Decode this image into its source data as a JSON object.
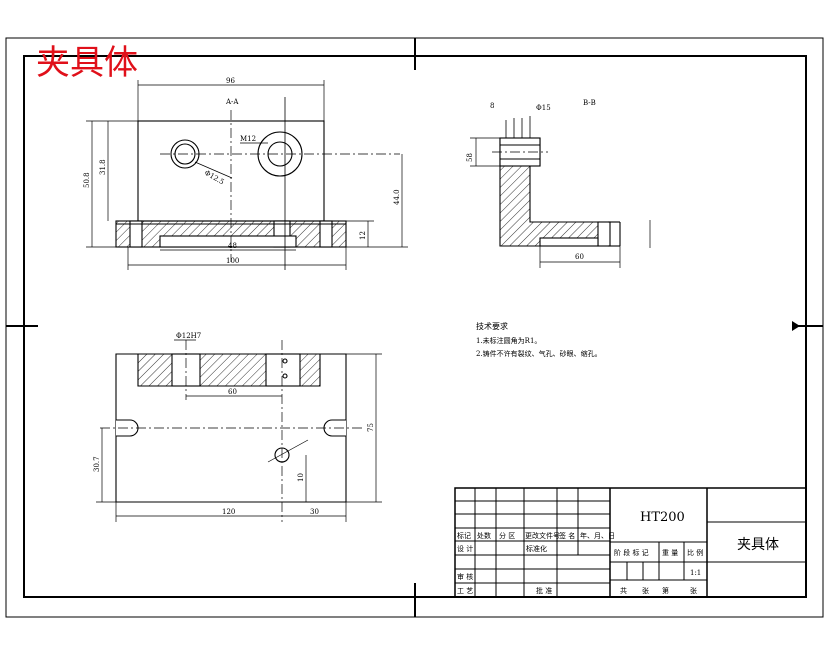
{
  "corner_title": "夹具体",
  "material": "HT200",
  "part_name": "夹具体",
  "scale": "1:1",
  "section_label_1": "A-A",
  "section_label_2": "B-B",
  "dims": {
    "d96": "96",
    "d100": "100",
    "d50_8": "50.8",
    "d31_8": "31.8",
    "d48": "48",
    "d12": "12",
    "d44": "44.0",
    "m12": "M12",
    "d12_5": "Φ12.5",
    "d15": "Φ15",
    "d8": "8",
    "d60": "60",
    "d58": "58",
    "d120": "120",
    "d30": "30",
    "d75": "75",
    "d30_7": "30.7",
    "d10": "10",
    "d12_h7": "Φ12H7"
  },
  "notes": {
    "title": "技术要求",
    "line1": "1.未标注圆角为R1。",
    "line2": "2.铸件不许有裂纹、气孔、砂眼、缩孔。"
  },
  "title_block": {
    "h_mark": "标记",
    "h_count": "处数",
    "h_zone": "分 区",
    "h_doc": "更改文件号",
    "h_sign": "签 名",
    "h_date": "年、月、日",
    "design": "设 计",
    "standard": "标准化",
    "review": "审 核",
    "process": "工 艺",
    "approve": "批 准",
    "stage": "阶 段 标 记",
    "weight": "重 量",
    "ratio": "比 例",
    "total": "共",
    "sheet_word": "张",
    "page": "第",
    "page_word": "张"
  }
}
